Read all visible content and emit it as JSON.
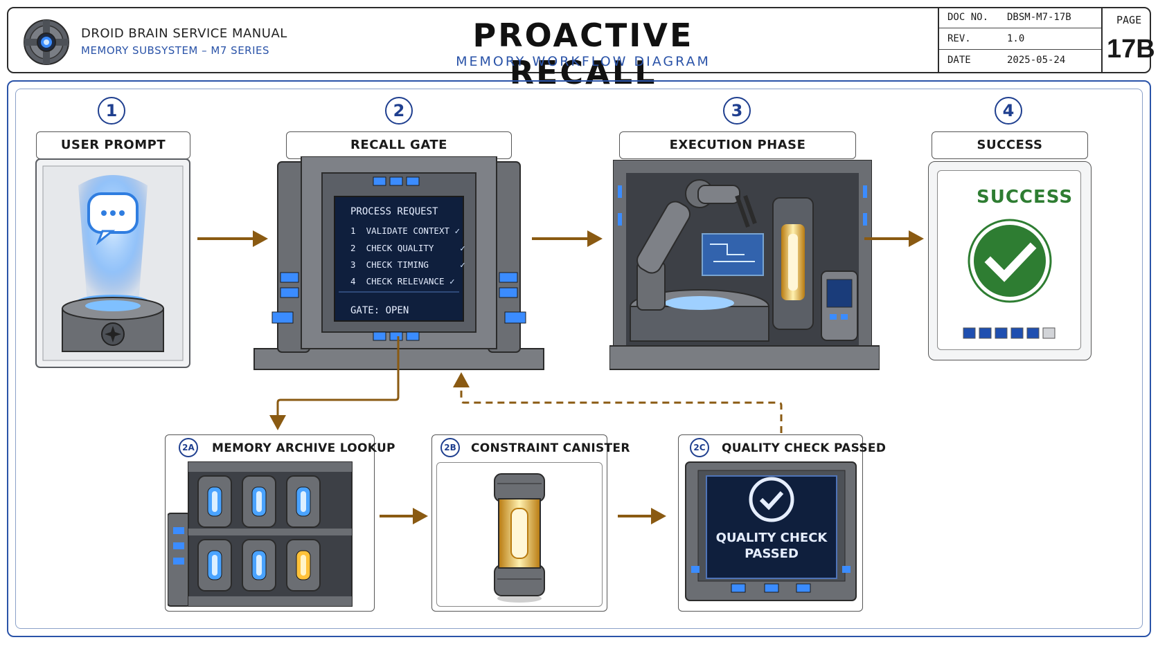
{
  "header": {
    "brand_title": "DROID BRAIN SERVICE MANUAL",
    "brand_subtitle": "MEMORY SUBSYSTEM – M7 SERIES",
    "title": "PROACTIVE RECALL",
    "subtitle": "MEMORY WORKFLOW DIAGRAM",
    "meta": [
      {
        "key": "DOC NO.",
        "value": "DBSM-M7-17B"
      },
      {
        "key": "REV.",
        "value": "1.0"
      },
      {
        "key": "DATE",
        "value": "2025-05-24"
      }
    ],
    "page_label": "PAGE",
    "page_number": "17B"
  },
  "stages": [
    {
      "number": "1",
      "label": "USER PROMPT",
      "icon": "hologram-chat-icon"
    },
    {
      "number": "2",
      "label": "RECALL GATE",
      "icon": "gate-terminal-icon"
    },
    {
      "number": "3",
      "label": "EXECUTION PHASE",
      "icon": "robot-arm-icon"
    },
    {
      "number": "4",
      "label": "SUCCESS",
      "icon": "success-check-icon"
    }
  ],
  "gate_screen": {
    "title": "PROCESS REQUEST",
    "checks": [
      {
        "n": "1",
        "label": "VALIDATE CONTEXT"
      },
      {
        "n": "2",
        "label": "CHECK QUALITY"
      },
      {
        "n": "3",
        "label": "CHECK TIMING"
      },
      {
        "n": "4",
        "label": "CHECK RELEVANCE"
      }
    ],
    "status": "GATE: OPEN"
  },
  "success_card": {
    "text": "SUCCESS",
    "progress_filled": 5,
    "progress_total": 6
  },
  "substeps": [
    {
      "badge": "2A",
      "label": "MEMORY ARCHIVE LOOKUP",
      "icon": "memory-canister-rack-icon"
    },
    {
      "badge": "2B",
      "label": "CONSTRAINT CANISTER",
      "icon": "glowing-canister-icon"
    },
    {
      "badge": "2C",
      "label": "QUALITY CHECK PASSED",
      "icon": "quality-check-screen-icon"
    }
  ],
  "quality_screen": {
    "line1": "QUALITY CHECK",
    "line2": "PASSED"
  },
  "colors": {
    "accent_blue": "#2a53a8",
    "arrow_brown": "#8a5a12",
    "success_green": "#2e7d32",
    "glow_blue": "#4aa3ff",
    "glow_amber": "#ffc23a",
    "metal": "#6b6e73"
  }
}
